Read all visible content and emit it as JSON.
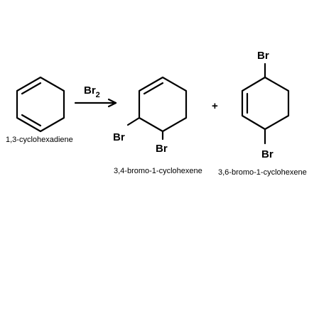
{
  "reactant": {
    "name": "1,3-cyclohexadiene"
  },
  "reagent": {
    "element": "Br",
    "subscript": "2"
  },
  "plus_sign": "+",
  "products": [
    {
      "name": "3,4-bromo-1-cyclohexene",
      "substituent_1": "Br",
      "substituent_2": "Br"
    },
    {
      "name": "3,6-bromo-1-cyclohexene",
      "substituent_1": "Br",
      "substituent_2": "Br"
    }
  ]
}
